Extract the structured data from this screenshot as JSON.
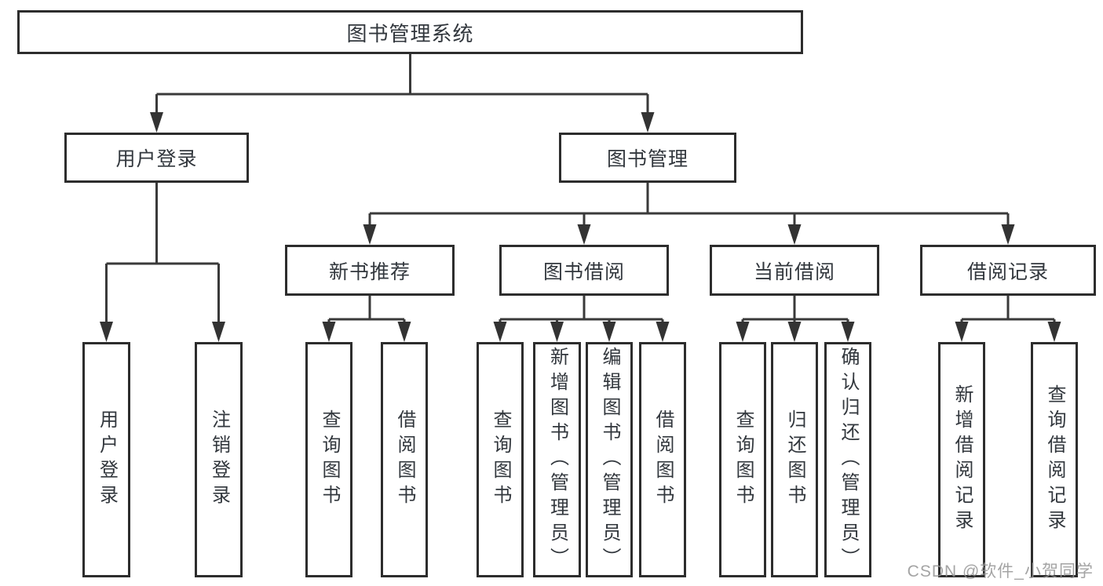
{
  "colors": {
    "line": "#3a3a3a",
    "box_border": "#2d2d2d",
    "text": "#32373d",
    "watermark": "#949494",
    "background": "#ffffff"
  },
  "tree": {
    "label": "图书管理系统",
    "children": [
      {
        "label": "用户登录",
        "children": [
          {
            "label": "用户登录"
          },
          {
            "label": "注销登录"
          }
        ]
      },
      {
        "label": "图书管理",
        "children": [
          {
            "label": "新书推荐",
            "children": [
              {
                "label": "查询图书"
              },
              {
                "label": "借阅图书"
              }
            ]
          },
          {
            "label": "图书借阅",
            "children": [
              {
                "label": "查询图书"
              },
              {
                "label": "新增图书（管理员）"
              },
              {
                "label": "编辑图书（管理员）"
              },
              {
                "label": "借阅图书"
              }
            ]
          },
          {
            "label": "当前借阅",
            "children": [
              {
                "label": "查询图书"
              },
              {
                "label": "归还图书"
              },
              {
                "label": "确认归还（管理员）"
              }
            ]
          },
          {
            "label": "借阅记录",
            "children": [
              {
                "label": "新增借阅记录"
              },
              {
                "label": "查询借阅记录"
              }
            ]
          }
        ]
      }
    ]
  },
  "watermark": "CSDN @软件_小贺同学"
}
